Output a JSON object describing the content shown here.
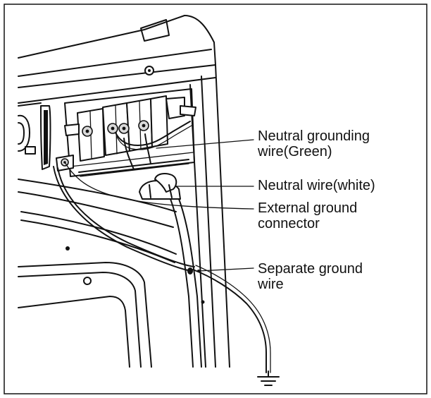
{
  "callouts": [
    {
      "id": "neutral-grounding-wire",
      "lines": [
        "Neutral grounding",
        "wire(Green)"
      ]
    },
    {
      "id": "neutral-wire",
      "lines": [
        "Neutral wire(white)"
      ]
    },
    {
      "id": "external-ground-connector",
      "lines": [
        "External ground",
        "connector"
      ]
    },
    {
      "id": "separate-ground-wire",
      "lines": [
        "Separate ground",
        "wire"
      ]
    }
  ],
  "style": {
    "ink": "#111111",
    "background": "#ffffff"
  }
}
